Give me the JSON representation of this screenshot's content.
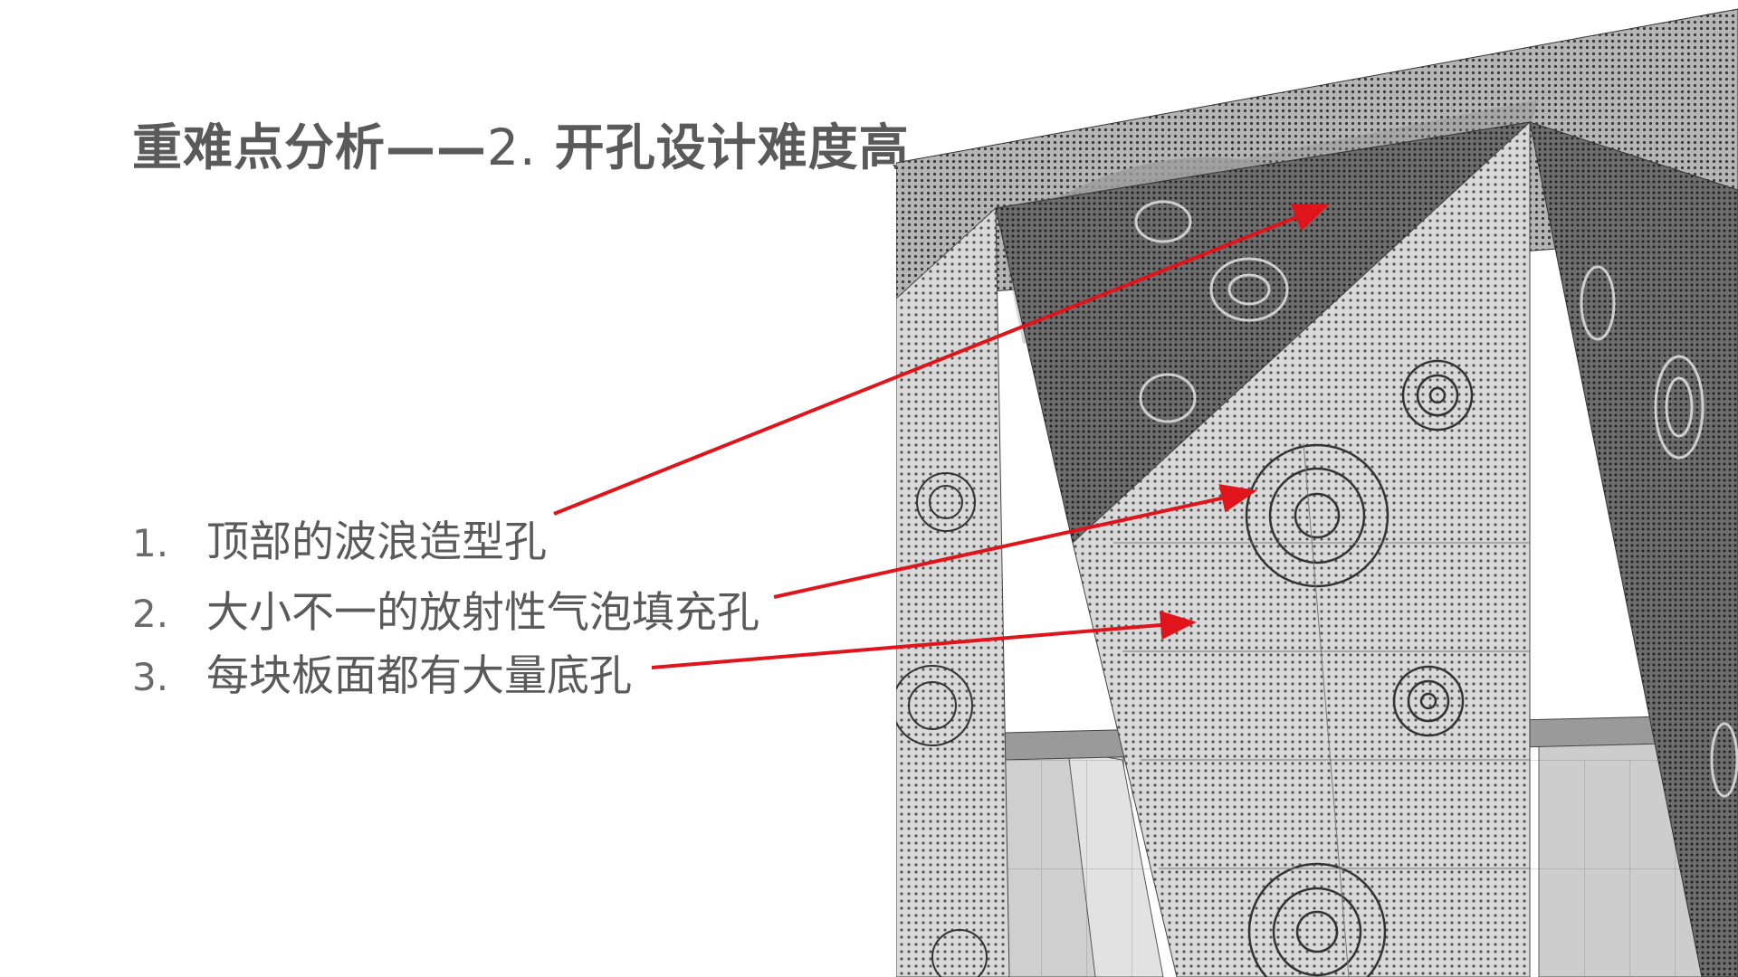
{
  "slide": {
    "title_part1": "重难点分析——",
    "title_part2": "2.",
    "title_part3": " 开孔设计难度高"
  },
  "items": [
    {
      "index": "1.",
      "text": "顶部的波浪造型孔"
    },
    {
      "index": "2.",
      "text": "大小不一的放射性气泡填充孔"
    },
    {
      "index": "3.",
      "text": "每块板面都有大量底孔"
    }
  ],
  "colors": {
    "title": "#5a5a5a",
    "arrow": "#e0141b"
  }
}
